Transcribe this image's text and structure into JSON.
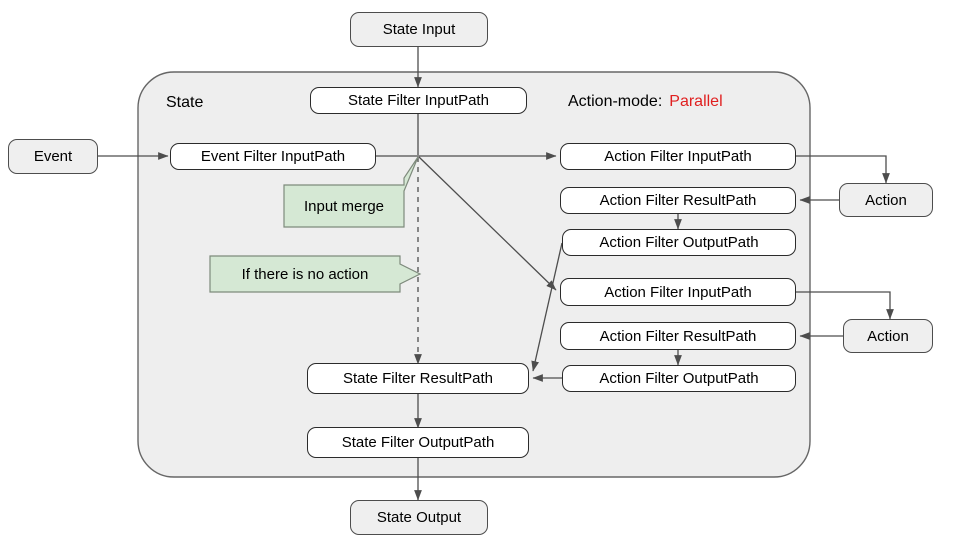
{
  "diagram": {
    "title_label": "State",
    "mode": {
      "prefix": "Action-mode:",
      "value": "Parallel",
      "value_color": "#e02020"
    },
    "external": {
      "state_input": "State Input",
      "state_output": "State Output",
      "event": "Event",
      "action_1": "Action",
      "action_2": "Action"
    },
    "state_filters": {
      "input_path": "State Filter InputPath",
      "result_path": "State Filter ResultPath",
      "output_path": "State Filter OutputPath"
    },
    "event_filter": {
      "input_path": "Event Filter InputPath"
    },
    "action_groups": [
      {
        "input_path": "Action Filter InputPath",
        "result_path": "Action Filter ResultPath",
        "output_path": "Action Filter OutputPath"
      },
      {
        "input_path": "Action Filter InputPath",
        "result_path": "Action Filter ResultPath",
        "output_path": "Action Filter OutputPath"
      }
    ],
    "callouts": [
      {
        "text": "Input merge"
      },
      {
        "text": "If there is no action"
      }
    ],
    "colors": {
      "container_fill": "#eeeeee",
      "container_stroke": "#666666",
      "node_white_fill": "#ffffff",
      "node_gray_fill": "#efefef",
      "node_stroke": "#2b2b2b",
      "callout_fill": "#d5e8d4",
      "callout_stroke": "#7e8a7c",
      "edge_stroke": "#4d4d4d",
      "accent_red": "#e02020"
    }
  }
}
